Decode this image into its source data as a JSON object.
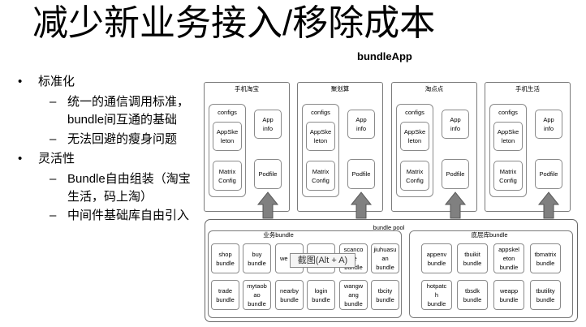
{
  "slide": {
    "title": "减少新业务接入/移除成本",
    "bullets": [
      {
        "marker": "•",
        "text": "标准化"
      },
      {
        "marker": "–",
        "text": "统一的通信调用标准，\nbundle间互通的基础"
      },
      {
        "marker": "–",
        "text": "无法回避的瘦身问题"
      },
      {
        "marker": "•",
        "text": "灵活性"
      },
      {
        "marker": "–",
        "text": "Bundle自由组装（淘宝\n生活，码上淘）"
      },
      {
        "marker": "–",
        "text": "中间件基础库自由引入"
      }
    ]
  },
  "diagram": {
    "title": "bundleApp",
    "apps": [
      {
        "name": "手机淘宝",
        "configs": "configs",
        "app_skeleton": "AppSke\nleton",
        "matrix_config": "Matrix\nConfig",
        "app_info": "App\ninfo",
        "podfile": "Podfile"
      },
      {
        "name": "聚划算",
        "configs": "configs",
        "app_skeleton": "AppSke\nleton",
        "matrix_config": "Matrix\nConfig",
        "app_info": "App\ninfo",
        "podfile": "Podfile"
      },
      {
        "name": "淘点点",
        "configs": "configs",
        "app_skeleton": "AppSke\nleton",
        "matrix_config": "Matrix\nConfig",
        "app_info": "App\ninfo",
        "podfile": "Podfile"
      },
      {
        "name": "手机生活",
        "configs": "configs",
        "app_skeleton": "AppSke\nleton",
        "matrix_config": "Matrix\nConfig",
        "app_info": "App\ninfo",
        "podfile": "Podfile"
      }
    ],
    "pool": {
      "label": "bundle pool",
      "business": {
        "label": "业务bundle",
        "bundles": [
          "shop\nbundle",
          "buy\nbundle",
          "we",
          "",
          "scanco\nde\nbundle",
          "jiuhuasu\nan\nbundle",
          "trade\nbundle",
          "mytaob\nao\nbundle",
          "nearby\nbundle",
          "login\nbundle",
          "wangw\nang\nbundle",
          "tbcity\nbundle"
        ]
      },
      "base": {
        "label": "底层库bundle",
        "bundles": [
          "appenv\nbundle",
          "tbuikit\nbundle",
          "appskel\neton\nbundle",
          "tbmatrix\nbundle",
          "hotpatc\nh\nbundle",
          "tbsdk\nbundle",
          "weapp\nbundle",
          "tbutility\nbundle"
        ]
      }
    },
    "arrow_icon": "up-arrow-icon"
  },
  "tooltip": {
    "text": "截图(Alt + A)"
  },
  "colors": {
    "arrow_fill": "#808080",
    "arrow_stroke": "#555555"
  }
}
